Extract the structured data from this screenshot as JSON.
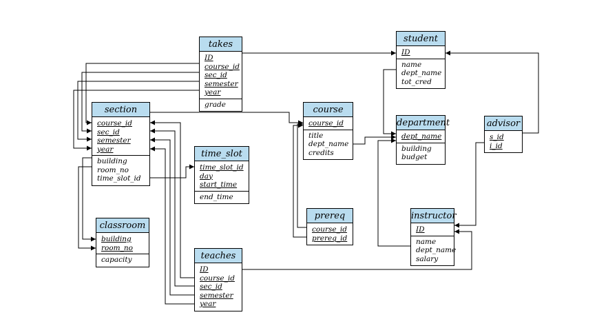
{
  "entities": {
    "takes": {
      "name": "takes",
      "attributes": [
        "ID",
        "course_id",
        "sec_id",
        "semester",
        "year",
        "grade"
      ],
      "key_count": 5
    },
    "student": {
      "name": "student",
      "attributes": [
        "ID",
        "name",
        "dept_name",
        "tot_cred"
      ],
      "key_count": 1
    },
    "section": {
      "name": "section",
      "attributes": [
        "course_id",
        "sec_id",
        "semester",
        "year",
        "building",
        "room_no",
        "time_slot_id"
      ],
      "key_count": 4
    },
    "course": {
      "name": "course",
      "attributes": [
        "course_id",
        "title",
        "dept_name",
        "credits"
      ],
      "key_count": 1
    },
    "department": {
      "name": "department",
      "attributes": [
        "dept_name",
        "building",
        "budget"
      ],
      "key_count": 1
    },
    "advisor": {
      "name": "advisor",
      "attributes": [
        "s_id",
        "i_id"
      ],
      "key_count": 2
    },
    "time_slot": {
      "name": "time_slot",
      "attributes": [
        "time_slot_id",
        "day",
        "start_time",
        "end_time"
      ],
      "key_count": 3
    },
    "prereq": {
      "name": "prereq",
      "attributes": [
        "course_id",
        "prereq_id"
      ],
      "key_count": 2
    },
    "classroom": {
      "name": "classroom",
      "attributes": [
        "building",
        "room_no",
        "capacity"
      ],
      "key_count": 2
    },
    "instructor": {
      "name": "instructor",
      "attributes": [
        "ID",
        "name",
        "dept_name",
        "salary"
      ],
      "key_count": 1
    },
    "teaches": {
      "name": "teaches",
      "attributes": [
        "ID",
        "course_id",
        "sec_id",
        "semester",
        "year"
      ],
      "key_count": 5
    }
  }
}
